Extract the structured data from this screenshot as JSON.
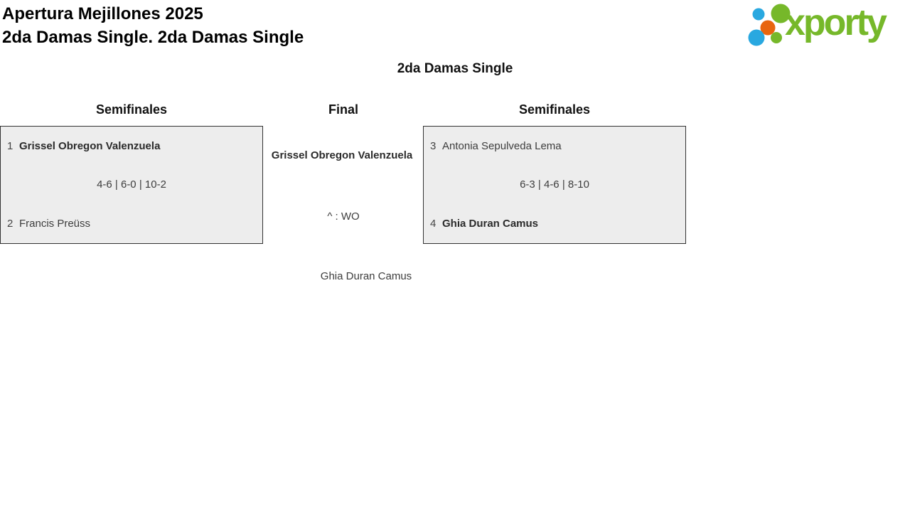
{
  "header": {
    "tournament_title": "Apertura Mejillones 2025",
    "category_subtitle": "2da Damas Single. 2da Damas Single",
    "logo_text": "xporty"
  },
  "bracket": {
    "title": "2da Damas Single",
    "round_headers": [
      "Semifinales",
      "Final",
      "Semifinales"
    ],
    "semifinal_left": {
      "player1": {
        "seed": "1",
        "name": "Grissel Obregon Valenzuela",
        "winner": true
      },
      "player2": {
        "seed": "2",
        "name": "Francis Preüss",
        "winner": false
      },
      "score": "4-6 | 6-0 | 10-2"
    },
    "semifinal_right": {
      "player1": {
        "seed": "3",
        "name": "Antonia Sepulveda Lema",
        "winner": false
      },
      "player2": {
        "seed": "4",
        "name": "Ghia Duran Camus",
        "winner": true
      },
      "score": "6-3 | 4-6 | 8-10"
    },
    "final": {
      "player1": {
        "name": "Grissel Obregon Valenzuela",
        "winner": true
      },
      "player2": {
        "name": "Ghia Duran Camus",
        "winner": false
      },
      "score": "^ : WO"
    }
  },
  "colors": {
    "brand_green": "#76B82A",
    "brand_blue": "#29A8E0",
    "brand_orange": "#E8650F",
    "box_background": "#EDEDED",
    "box_border": "#323232",
    "text_dark": "#3D3D3D"
  }
}
